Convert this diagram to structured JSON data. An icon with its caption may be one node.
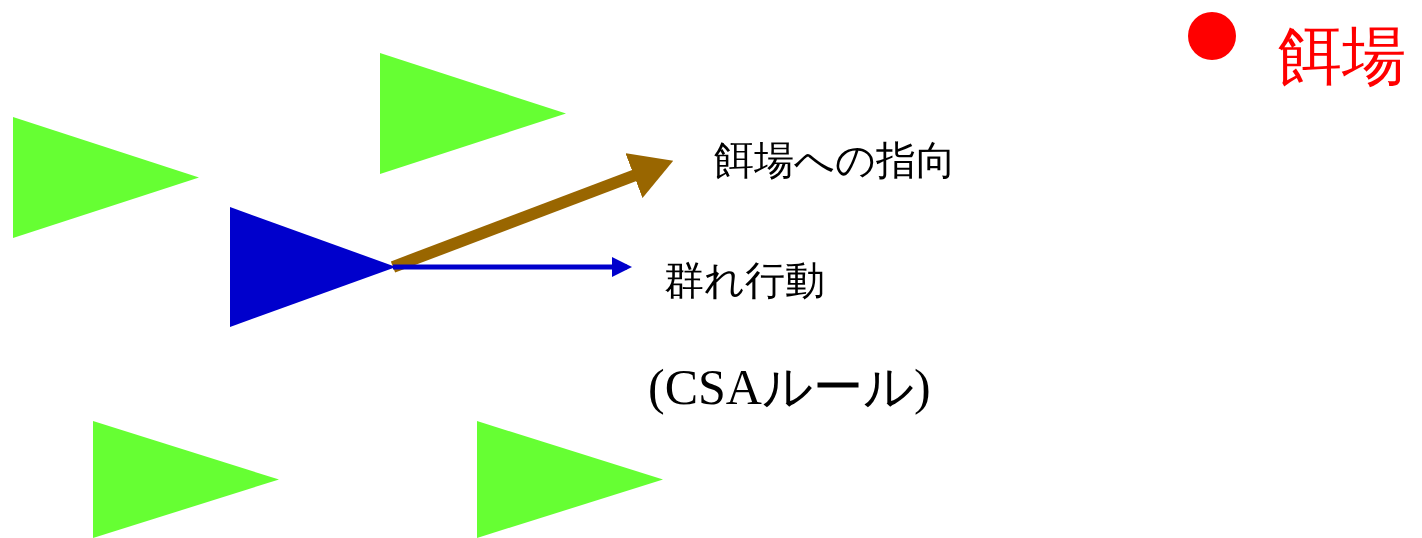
{
  "diagram": {
    "nodes": [
      {
        "text": [],
        "shape": "circle",
        "beside": [
          "餌場"
        ]
      },
      {
        "text": [],
        "shape": "triangle"
      },
      {
        "text": [],
        "shape": "triangle"
      },
      {
        "text": [],
        "shape": "triangle"
      },
      {
        "text": [],
        "shape": "triangle"
      },
      {
        "text": [],
        "shape": "triangle"
      }
    ],
    "edges": [
      {
        "from": 3,
        "to": null,
        "arrow": "to",
        "label": "餌場への指向",
        "style": "thick",
        "color": "#996600"
      },
      {
        "from": 3,
        "to": null,
        "arrow": "to",
        "label": "群れ行動",
        "color": "#0000cc"
      }
    ],
    "labels": [
      "(CSAルール)"
    ]
  }
}
